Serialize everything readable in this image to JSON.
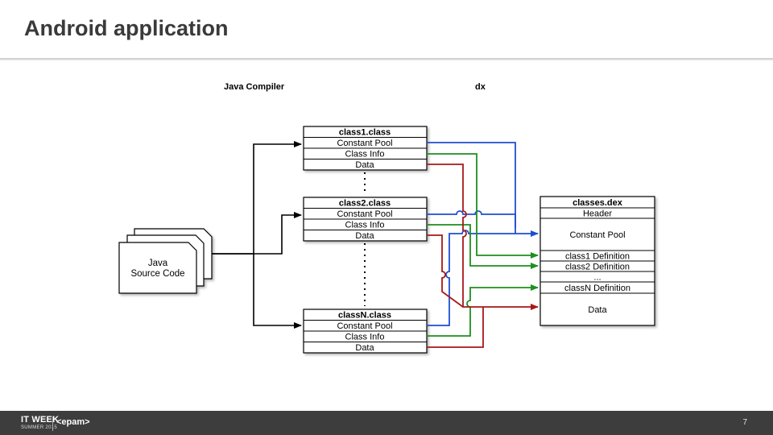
{
  "slide": {
    "title": "Android application",
    "page_number": "7"
  },
  "diagram": {
    "stage_labels": {
      "compiler": "Java Compiler",
      "dx": "dx"
    },
    "source": {
      "line1": "Java",
      "line2": "Source Code"
    },
    "class_files": [
      {
        "name": "class1.class",
        "rows": [
          "Constant Pool",
          "Class Info",
          "Data"
        ]
      },
      {
        "name": "class2.class",
        "rows": [
          "Constant Pool",
          "Class Info",
          "Data"
        ]
      },
      {
        "name": "classN.class",
        "rows": [
          "Constant Pool",
          "Class Info",
          "Data"
        ]
      }
    ],
    "dex": {
      "name": "classes.dex",
      "rows": [
        "Header",
        "Constant Pool",
        "class1 Definition",
        "class2 Definition",
        "...",
        "classN Definition",
        "Data"
      ]
    },
    "colors": {
      "constant_pool": "#1f4fd1",
      "class_info": "#1f8f1f",
      "data": "#a81818",
      "arrow": "#000000"
    }
  },
  "footer": {
    "logo_text": "IT WEEK",
    "logo_subtext": "SUMMER 2015",
    "brand": "<epam>"
  }
}
